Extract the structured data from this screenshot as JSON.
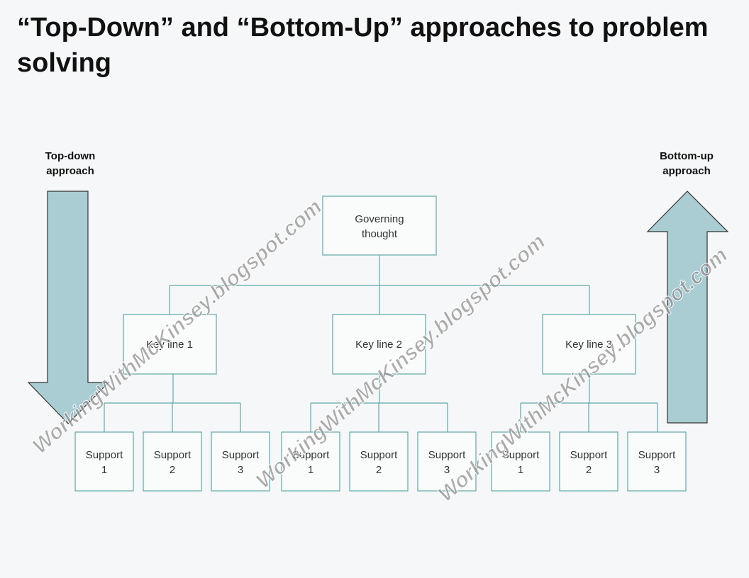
{
  "title": "“Top-Down” and “Bottom-Up” approaches to problem solving",
  "left_label": [
    "Top-down",
    "approach"
  ],
  "right_label": [
    "Bottom-up",
    "approach"
  ],
  "governing": [
    "Governing",
    "thought"
  ],
  "key_lines": [
    "Key line 1",
    "Key line 2",
    "Key line 3"
  ],
  "support_label": "Support",
  "support_numbers": [
    "1",
    "2",
    "3"
  ],
  "watermark": "WorkingWithMcKinsey.blogspot.com",
  "colors": {
    "box_border": "#5fa8a8",
    "connector": "#5fa8a8",
    "arrow_fill": "#a9cdd3",
    "arrow_stroke": "#333333"
  }
}
